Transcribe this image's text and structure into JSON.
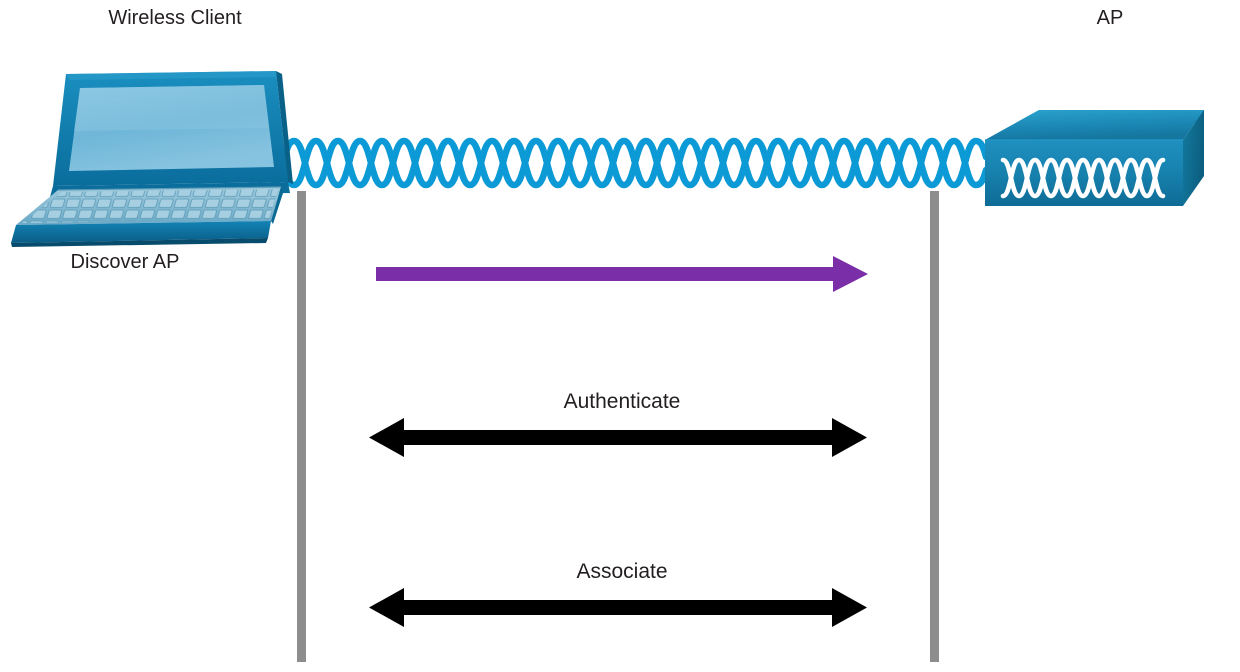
{
  "diagram": {
    "type": "wireless-association-sequence",
    "background_color": "#ffffff",
    "nodes": [
      {
        "id": "wireless-client",
        "label": "Wireless Client",
        "icon": "laptop-icon",
        "sublabel": "Discover AP"
      },
      {
        "id": "access-point",
        "label": "AP",
        "icon": "access-point-icon"
      }
    ],
    "link": {
      "name": "wireless-link",
      "style": "braided-sine-wave",
      "color": "#0c9ad6"
    },
    "lifelines": [
      {
        "id": "client-lifeline",
        "color": "#8d8d8d"
      },
      {
        "id": "ap-lifeline",
        "color": "#8d8d8d"
      }
    ],
    "messages": [
      {
        "id": "discover",
        "label": "",
        "direction": "right",
        "color": "#7a2fa8",
        "arrowheads": "single"
      },
      {
        "id": "authenticate",
        "label": "Authenticate",
        "direction": "both",
        "color": "#000000",
        "arrowheads": "double"
      },
      {
        "id": "associate",
        "label": "Associate",
        "direction": "both",
        "color": "#000000",
        "arrowheads": "double"
      }
    ],
    "colors": {
      "text": "#231f20",
      "wave": "#0c9ad6",
      "lifeline": "#8d8d8d",
      "purple_arrow": "#7a2fa8",
      "black_arrow": "#000000",
      "device_blue_dark": "#0c6f9e",
      "device_blue_mid": "#1287bb",
      "device_screen": "#6bb4d6"
    }
  }
}
